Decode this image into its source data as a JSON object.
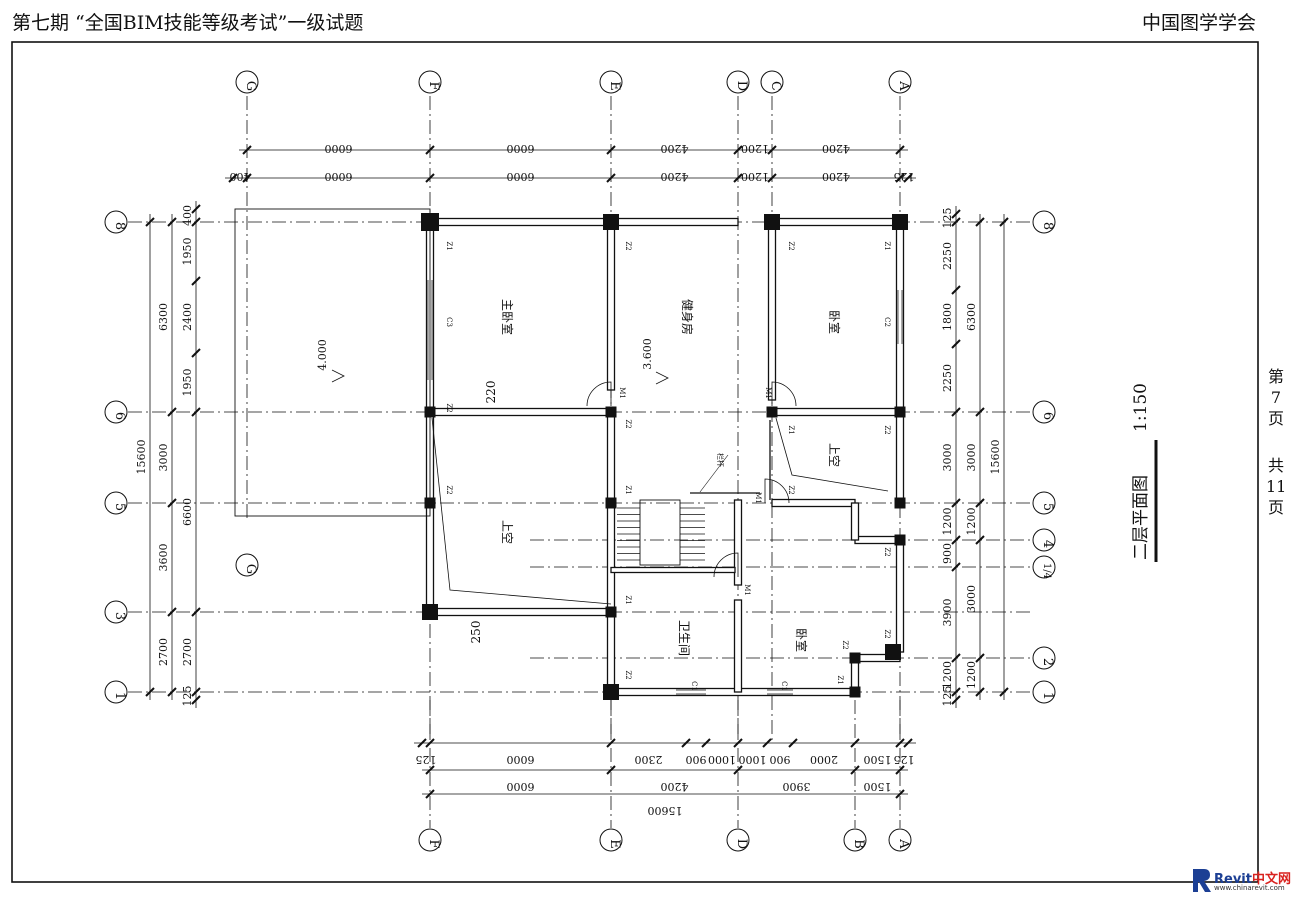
{
  "header": {
    "title": "第七期 “全国BIM技能等级考试”一级试题",
    "organization": "中国图学学会"
  },
  "page_marker": [
    "第",
    "7",
    "页",
    "共",
    "11",
    "页"
  ],
  "drawing": {
    "title": "二层平面图",
    "scale": "1:150",
    "axes_top": [
      "G",
      "F",
      "E",
      "D",
      "C",
      "A"
    ],
    "axes_bottom": [
      "F",
      "E",
      "D",
      "B",
      "A"
    ],
    "axes_left": [
      "8",
      "6",
      "5",
      "3",
      "1"
    ],
    "axes_right": [
      "8",
      "6",
      "5",
      "4",
      "1/4",
      "2",
      "1"
    ],
    "axis_left_inner": "G",
    "dims_top_row1": [
      "6000",
      "6000",
      "4200",
      "1200",
      "4200"
    ],
    "dims_top_row2": [
      "400",
      "6000",
      "6000",
      "4200",
      "1200",
      "4200",
      "125"
    ],
    "dims_left_outer": [
      "15600"
    ],
    "dims_left_mid": [
      "6300",
      "3000",
      "3600",
      "2700"
    ],
    "dims_left_inner": [
      "400",
      "1950",
      "2400",
      "1950",
      "6600",
      "2700",
      "125"
    ],
    "dims_right_inner": [
      "125",
      "2250",
      "1800",
      "2250",
      "3000",
      "1200",
      "900",
      "3900",
      "1200",
      "125"
    ],
    "dims_right_mid": [
      "6300",
      "3000",
      "1200",
      "3000",
      "1200"
    ],
    "dims_right_outer": [
      "15600"
    ],
    "dims_bottom_row1": [
      "125",
      "6000",
      "2300",
      "900",
      "1000",
      "1000",
      "900",
      "2000",
      "1500",
      "125"
    ],
    "dims_bottom_row2": [
      "6000",
      "4200",
      "3900",
      "1500"
    ],
    "dims_bottom_row3": [
      "15600"
    ],
    "rooms": [
      "主卧室",
      "健身房",
      "卧室",
      "上空",
      "上空",
      "卫生间",
      "卧室"
    ],
    "levels": [
      "4.000",
      "3.600"
    ],
    "wall_dims": [
      "220",
      "250"
    ],
    "column_tags": [
      "Z1",
      "Z2"
    ],
    "openings": [
      "C3",
      "C2",
      "M1",
      "C1"
    ],
    "rail_label": "栏杆"
  },
  "watermark": {
    "brand_blue": "Revit",
    "brand_red": "中文网",
    "url": "www.chinarevit.com"
  },
  "colors": {
    "line": "#111111",
    "watermark_blue": "#1c3f94",
    "watermark_red": "#d9231f"
  }
}
